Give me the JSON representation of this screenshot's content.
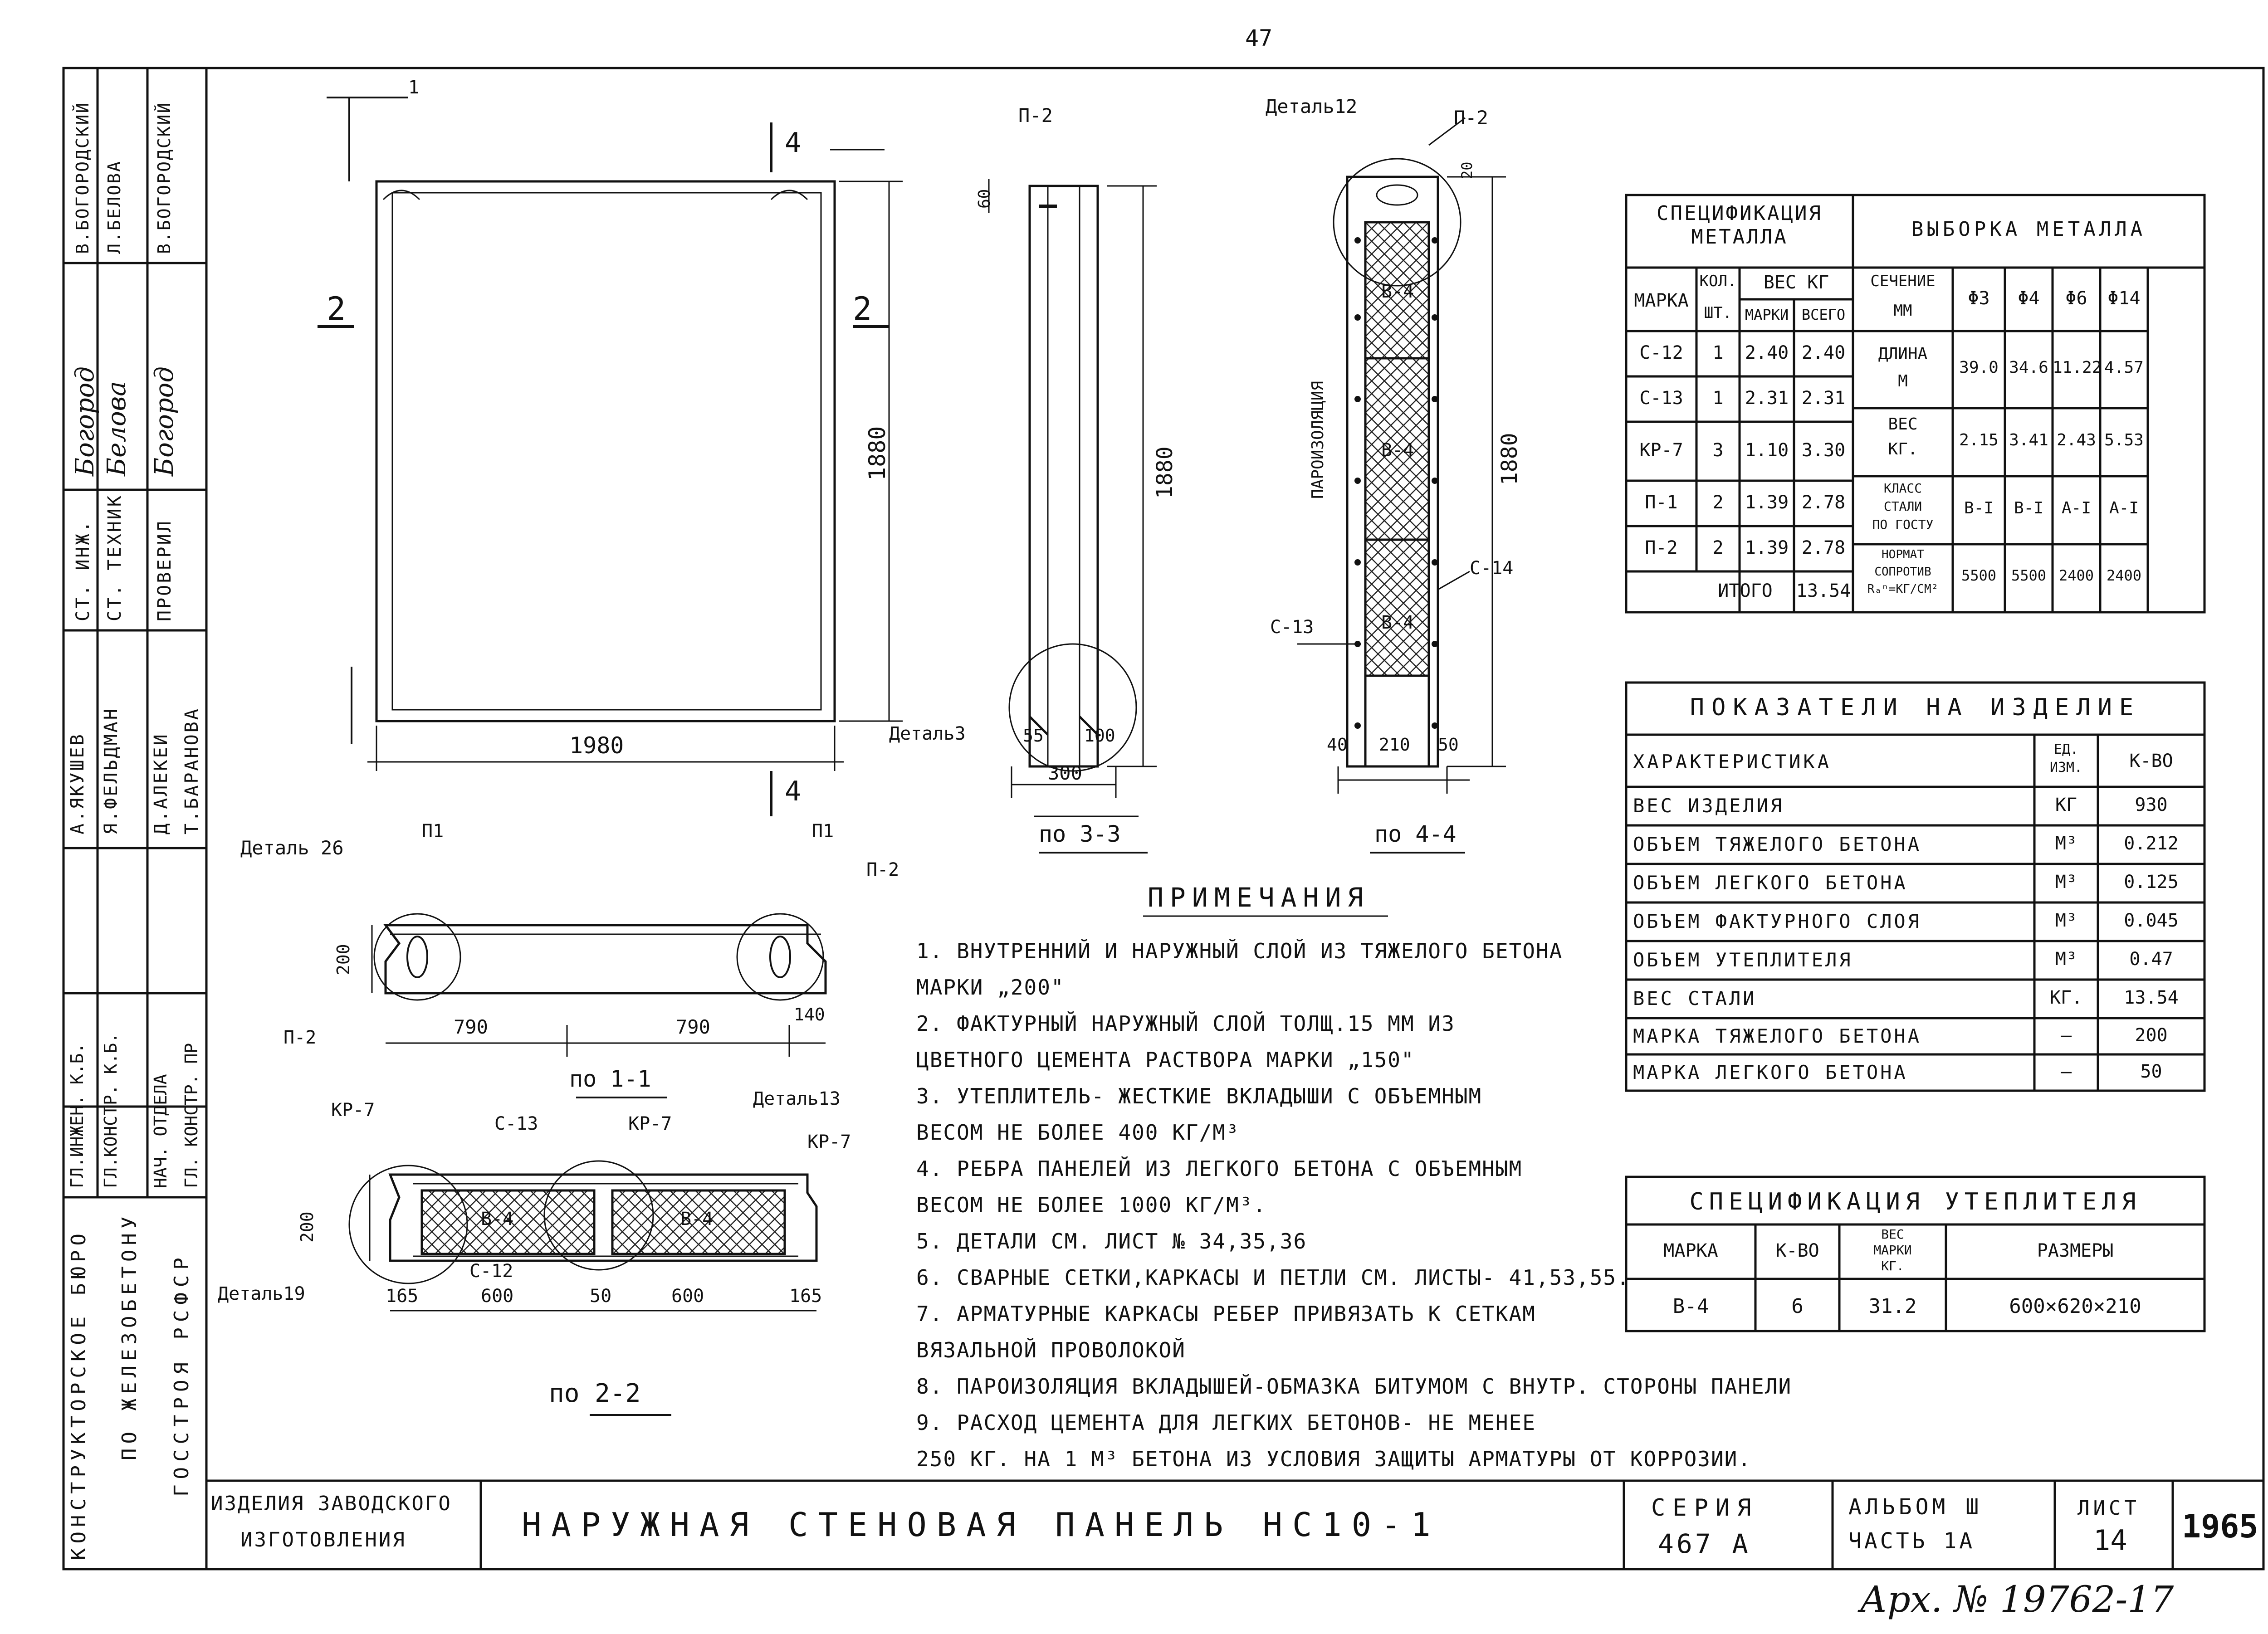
{
  "page_number": "47",
  "archive": "Арх. № 19762-17",
  "title_block": {
    "category": [
      "ИЗДЕЛИЯ ЗАВОДСКОГО",
      "ИЗГОТОВЛЕНИЯ"
    ],
    "title": "НАРУЖНАЯ   СТЕНОВАЯ   ПАНЕЛЬ   НС10-1",
    "series_label": "СЕРИЯ",
    "series_value": "467 А",
    "album_label": "АЛЬБОМ Ш",
    "album_part": "ЧАСТЬ 1А",
    "sheet_label": "ЛИСТ",
    "sheet_value": "14",
    "year": "1965"
  },
  "side_stamp": {
    "org": [
      "КОНСТРУКТОРСКОЕ БЮРО",
      "ПО ЖЕЛЕЗОБЕТОНУ",
      "ГОССТРОЯ РСФСР"
    ],
    "roles_left": [
      "ГЛ.ИНЖЕН. К.Б.",
      "ГЛ.КОНСТР. К.Б.",
      "НАЧ. ОТДЕЛА",
      "ГЛ. КОНСТР. ПР"
    ],
    "names_left": [
      "А.ЯКУШЕВ",
      "Я.ФЕЛЬДМАН",
      "Д.АЛЕКЕИ",
      "Т.БАРАНОВА"
    ],
    "roles_right": [
      "СТ. ИНЖ.",
      "СТ. ТЕХНИК",
      "ПРОВЕРИЛ"
    ],
    "names_right": [
      "В.БОГОРОДСКИЙ",
      "Л.БЕЛОВА",
      "В.БОГОРОДСКИЙ"
    ],
    "signatures_right": [
      "Богород",
      "Белова",
      "Богород"
    ]
  },
  "drawing": {
    "elevation": {
      "width_dim": "1980",
      "height_dim": "1880",
      "cut2_left": "2",
      "cut2_right": "2",
      "cut4_top": "4",
      "cut4_bottom": "4",
      "cut1": "1"
    },
    "section_33": {
      "label": "по 3-3",
      "p2": "П-2",
      "dim60": "60",
      "height_dim": "1880",
      "detail": "Деталь3",
      "d55": "55",
      "d100": "100",
      "d300": "300"
    },
    "section_44": {
      "label": "по 4-4",
      "detail": "Деталь12",
      "p2": "П-2",
      "d20": "20",
      "insul": "В-4",
      "vapor": "ПАРОИЗОЛЯЦИЯ",
      "c14": "С-14",
      "c13": "С-13",
      "height_dim": "1880",
      "d40": "40",
      "d210": "210",
      "d50": "50"
    },
    "section_11": {
      "label": "по 1-1",
      "detail": "Деталь 26",
      "p1a": "П1",
      "p1b": "П1",
      "p2a": "П-2",
      "p2b": "П-2",
      "d200": "200",
      "d790a": "790",
      "d790b": "790",
      "d140": "140"
    },
    "section_22": {
      "label": "по 2-2",
      "kp7a": "КР-7",
      "kp7b": "КР-7",
      "kp7c": "КР-7",
      "c13": "С-13",
      "c12": "С-12",
      "detail13": "Деталь13",
      "detail19": "Деталь19",
      "d200": "200",
      "b4a": "В-4",
      "b4b": "В-4",
      "dims": [
        "165",
        "600",
        "50",
        "600",
        "165"
      ]
    }
  },
  "spec_metal": {
    "title": "СПЕЦИФИКАЦИЯ МЕТАЛЛА",
    "h_mark": "МАРКА",
    "h_qty": [
      "КОЛ.",
      "ШТ."
    ],
    "h_weight": "ВЕС  КГ",
    "h_wmark": "МАРКИ",
    "h_wtotal": "ВСЕГО",
    "rows": [
      [
        "С-12",
        "1",
        "2.40",
        "2.40"
      ],
      [
        "С-13",
        "1",
        "2.31",
        "2.31"
      ],
      [
        "КР-7",
        "3",
        "1.10",
        "3.30"
      ],
      [
        "П-1",
        "2",
        "1.39",
        "2.78"
      ],
      [
        "П-2",
        "2",
        "1.39",
        "2.78"
      ]
    ],
    "total_label": "ИТОГО",
    "total_value": "13.54"
  },
  "metal_sample": {
    "title": "ВЫБОРКА МЕТАЛЛА",
    "section_label": [
      "СЕЧЕНИЕ",
      "ММ"
    ],
    "diameters": [
      "Φ3",
      "Φ4",
      "Φ6",
      "Φ14"
    ],
    "length_label": [
      "ДЛИНА",
      "М"
    ],
    "length_values": [
      "39.0",
      "34.6",
      "11.22",
      "4.57"
    ],
    "weight_label": [
      "ВЕС",
      "КГ."
    ],
    "weight_values": [
      "2.15",
      "3.41",
      "2.43",
      "5.53"
    ],
    "class_label": [
      "КЛАСС",
      "СТАЛИ",
      "ПО ГОСТУ"
    ],
    "class_values": [
      "В-I",
      "В-I",
      "А-I",
      "А-I"
    ],
    "norm_label": [
      "НОРМАТ",
      "СОПРОТИВ",
      "Rₐⁿ=КГ/СМ²"
    ],
    "norm_values": [
      "5500",
      "5500",
      "2400",
      "2400"
    ]
  },
  "indicators": {
    "title": "ПОКАЗАТЕЛИ НА ИЗДЕЛИЕ",
    "h_char": "ХАРАКТЕРИСТИКА",
    "h_unit": [
      "ЕД.",
      "ИЗМ."
    ],
    "h_qty": "К-ВО",
    "rows": [
      [
        "ВЕС ИЗДЕЛИЯ",
        "КГ",
        "930"
      ],
      [
        "ОБЪЕМ ТЯЖЕЛОГО БЕТОНА",
        "М³",
        "0.212"
      ],
      [
        "ОБЪЕМ ЛЕГКОГО БЕТОНА",
        "М³",
        "0.125"
      ],
      [
        "ОБЪЕМ ФАКТУРНОГО СЛОЯ",
        "М³",
        "0.045"
      ],
      [
        "ОБЪЕМ УТЕПЛИТЕЛЯ",
        "М³",
        "0.47"
      ],
      [
        "ВЕС СТАЛИ",
        "КГ.",
        "13.54"
      ],
      [
        "МАРКА ТЯЖЕЛОГО БЕТОНА",
        "—",
        "200"
      ],
      [
        "МАРКА ЛЕГКОГО БЕТОНА",
        "—",
        "50"
      ]
    ]
  },
  "insulation_spec": {
    "title": "СПЕЦИФИКАЦИЯ УТЕПЛИТЕЛЯ",
    "h_mark": "МАРКА",
    "h_qty": "К-ВО",
    "h_weight": [
      "ВЕС",
      "МАРКИ",
      "КГ."
    ],
    "h_size": "РАЗМЕРЫ",
    "row": [
      "В-4",
      "6",
      "31.2",
      "600×620×210"
    ]
  },
  "notes": {
    "title": "ПРИМЕЧАНИЯ",
    "lines": [
      "1. ВНУТРЕННИЙ И НАРУЖНЫЙ СЛОЙ ИЗ ТЯЖЕЛОГО БЕТОНА",
      "   МАРКИ „200\"",
      "2. ФАКТУРНЫЙ НАРУЖНЫЙ СЛОЙ ТОЛЩ.15 ММ ИЗ",
      "   ЦВЕТНОГО ЦЕМЕНТА РАСТВОРА МАРКИ „150\"",
      "3. УТЕПЛИТЕЛЬ- ЖЕСТКИЕ ВКЛАДЫШИ С ОБЪЕМНЫМ",
      "   ВЕСОМ НЕ БОЛЕЕ 400 КГ/М³",
      "4. РЕБРА ПАНЕЛЕЙ ИЗ ЛЕГКОГО БЕТОНА С ОБЪЕМНЫМ",
      "   ВЕСОМ НЕ БОЛЕЕ 1000 КГ/М³.",
      "5. ДЕТАЛИ СМ. ЛИСТ № 34,35,36",
      "6. СВАРНЫЕ СЕТКИ,КАРКАСЫ И ПЕТЛИ СМ. ЛИСТЫ- 41,53,55.",
      "7. АРМАТУРНЫЕ КАРКАСЫ РЕБЕР ПРИВЯЗАТЬ К СЕТКАМ",
      "   ВЯЗАЛЬНОЙ  ПРОВОЛОКОЙ",
      "8. ПАРОИЗОЛЯЦИЯ ВКЛАДЫШЕЙ-ОБМАЗКА БИТУМОМ С ВНУТР. СТОРОНЫ ПАНЕЛИ",
      "9. РАСХОД ЦЕМЕНТА ДЛЯ ЛЕГКИХ БЕТОНОВ- НЕ МЕНЕЕ",
      "   250 КГ. НА 1 М³ БЕТОНА ИЗ УСЛОВИЯ ЗАЩИТЫ АРМАТУРЫ ОТ КОРРОЗИИ."
    ]
  }
}
